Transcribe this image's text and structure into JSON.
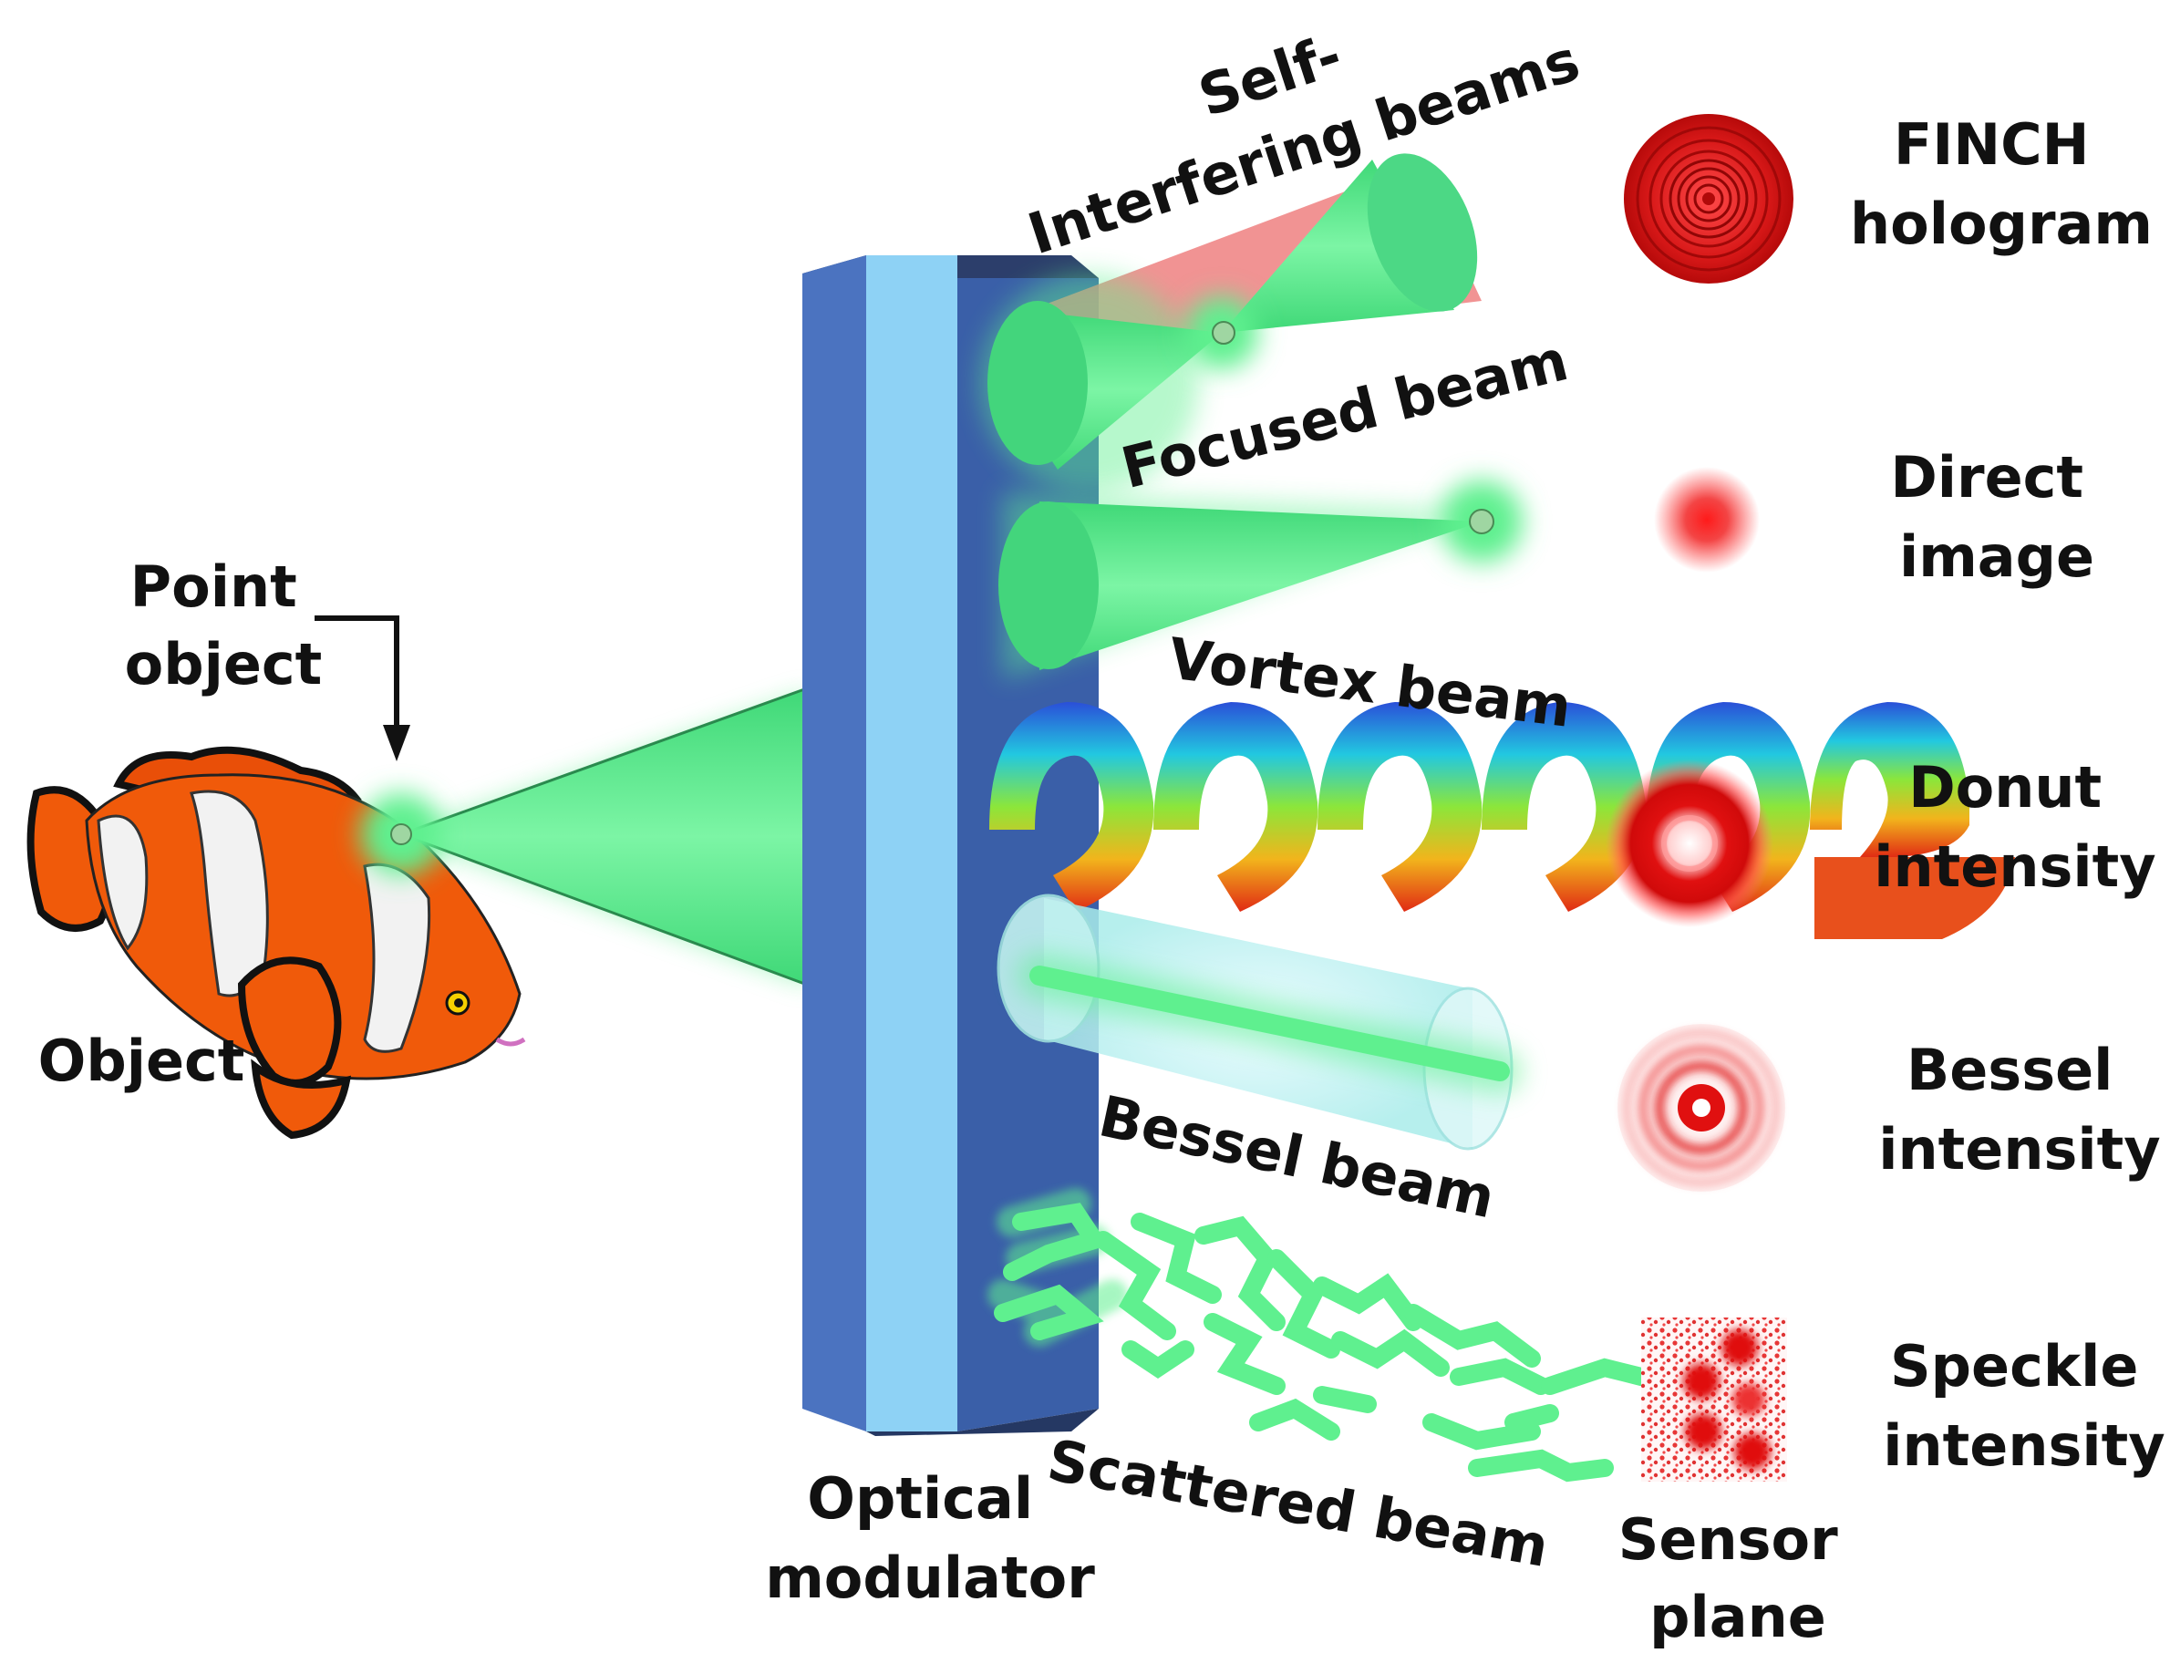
{
  "labels": {
    "point_object": [
      "Point",
      "object"
    ],
    "object": "Object",
    "optical_modulator": [
      "Optical",
      "modulator"
    ],
    "self_interfering": [
      "Self-",
      "Interfering beams"
    ],
    "focused_beam": "Focused beam",
    "vortex_beam": "Vortex beam",
    "bessel_beam": "Bessel beam",
    "scattered_beam": "Scattered beam",
    "finch": [
      "FINCH",
      "hologram"
    ],
    "direct": [
      "Direct",
      "image"
    ],
    "donut": [
      "Donut",
      "intensity"
    ],
    "bessel_intensity": [
      "Bessel",
      "intensity"
    ],
    "speckle": [
      "Speckle",
      "intensity"
    ],
    "sensor_plane": [
      "Sensor",
      "plane"
    ]
  },
  "colors": {
    "beam_green": "#5ff08f",
    "modulator_dark": "#3a5fa8",
    "modulator_light": "#8ed2f5",
    "intensity_red": "#e01010",
    "fish_orange": "#f05a0a"
  }
}
